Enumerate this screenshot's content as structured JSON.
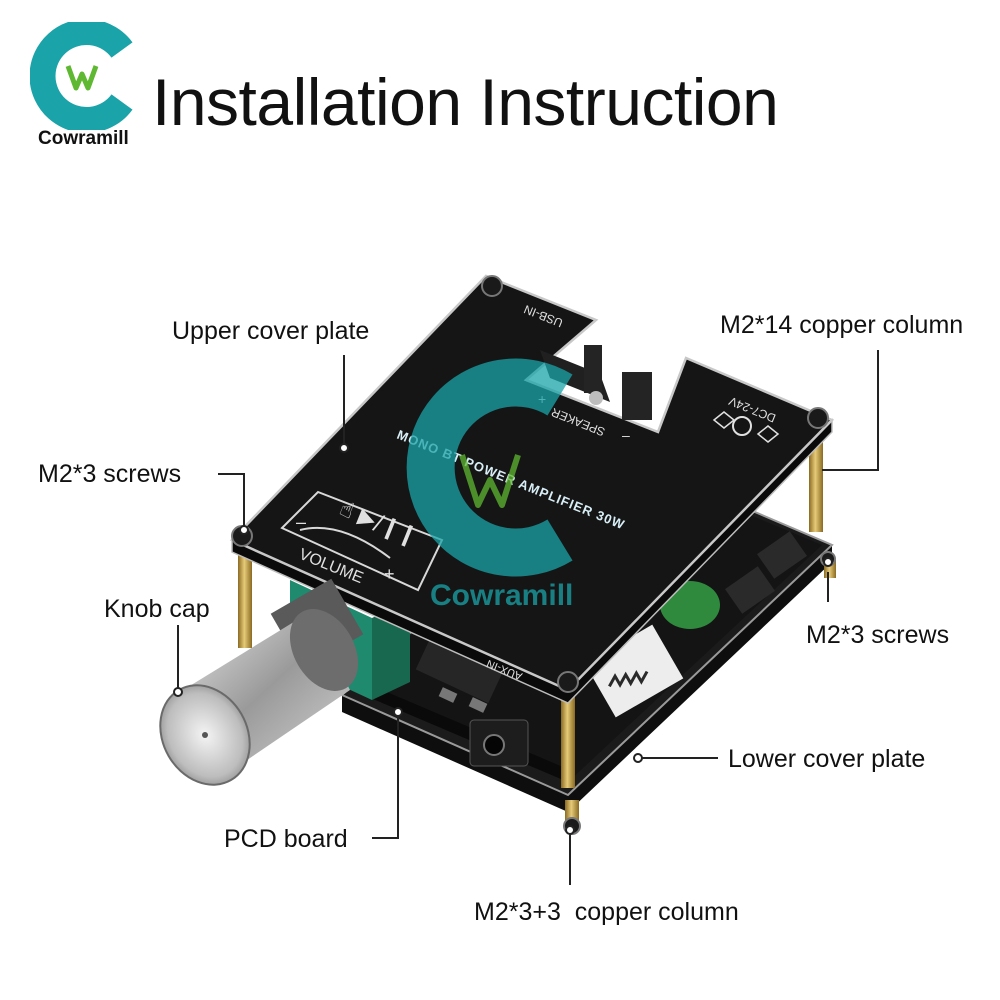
{
  "header": {
    "title": "Installation Instruction",
    "brand": "Cowramill"
  },
  "board_markings": {
    "product": "MONO BT POWER AMPLIFIER 30W",
    "usb": "USB-IN",
    "speaker": "SPEAKER",
    "dc": "DC7-24V",
    "aux": "AUX-IN",
    "volume": "VOLUME"
  },
  "watermark": {
    "text": "Cowramill"
  },
  "callouts": {
    "upper_cover_plate": "Upper cover plate",
    "m2x14_copper_column": "M2*14 copper column",
    "m2x3_screws_left": "M2*3 screws",
    "m2x3_screws_right": "M2*3 screws",
    "knob_cap": "Knob cap",
    "lower_cover_plate": "Lower cover plate",
    "pcd_board": "PCD board",
    "m2x3_3_copper_column": "M2*3+3  copper column"
  },
  "colors": {
    "logo_teal": "#1aa3a8",
    "logo_green": "#5fb832",
    "plate_black": "#141414",
    "pcb_green": "#1f8a6e",
    "brass": "#c9a64a",
    "leader": "#222222"
  }
}
